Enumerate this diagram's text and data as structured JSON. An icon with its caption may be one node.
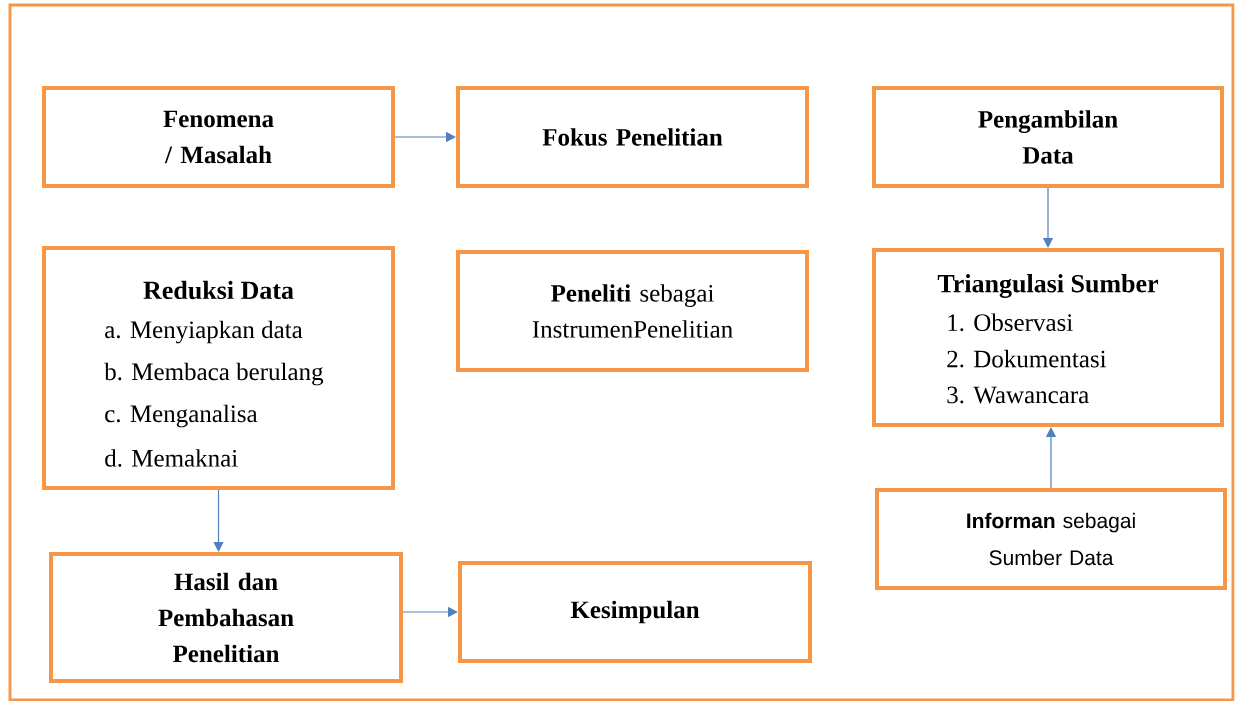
{
  "diagram": {
    "nodes": [
      {
        "text": [
          "Fenomena / Masalah"
        ]
      },
      {
        "text": [
          "Fokus Penelitian"
        ]
      },
      {
        "text": [
          "Pengambilan Data"
        ]
      },
      {
        "text": [
          "Reduksi Data",
          "a. Menyiapkan data",
          "b. Membaca berulang",
          "c. Menganalisa",
          "d. Memaknai"
        ]
      },
      {
        "text": [
          "**Peneliti** sebagai InstrumenPenelitian"
        ]
      },
      {
        "text": [
          "Triangulasi Sumber",
          "1. Observasi",
          "2. Dokumentasi",
          "3. Wawancara"
        ]
      },
      {
        "text": [
          "Hasil dan Pembahasan Penelitian"
        ]
      },
      {
        "text": [
          "Kesimpulan"
        ]
      },
      {
        "text": [
          "**Informan** sebagai Sumber Data"
        ]
      }
    ],
    "edges": [
      {
        "from": 0,
        "to": 1,
        "arrow": "to"
      },
      {
        "from": 2,
        "to": 5,
        "arrow": "to"
      },
      {
        "from": 8,
        "to": 5,
        "arrow": "to"
      },
      {
        "from": 3,
        "to": 6,
        "arrow": "to"
      },
      {
        "from": 6,
        "to": 7,
        "arrow": "to"
      }
    ]
  }
}
